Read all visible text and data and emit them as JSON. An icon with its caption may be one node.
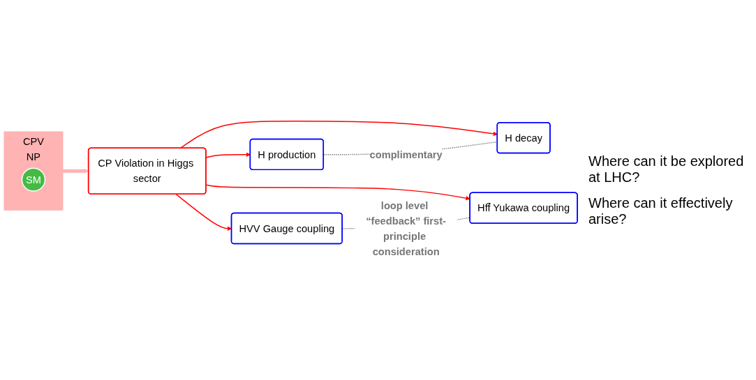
{
  "diagram": {
    "nodes": [
      {
        "text": [
          "CPV",
          "NP"
        ]
      },
      {
        "text": [
          "SM"
        ],
        "in": 0
      },
      {
        "text": [
          "CP Violation in Higgs sector"
        ]
      },
      {
        "text": [
          "H production"
        ]
      },
      {
        "text": [
          "H decay"
        ]
      },
      {
        "text": [
          "HVV Gauge coupling"
        ]
      },
      {
        "text": [
          "Hff̄ Yukawa coupling"
        ]
      }
    ],
    "edges": [
      {
        "from": 0,
        "to": 2,
        "arrow": "to",
        "style": "thick",
        "color": "#ffb3b3"
      },
      {
        "from": 2,
        "to": 3,
        "arrow": "to"
      },
      {
        "from": 2,
        "to": 4,
        "arrow": "to"
      },
      {
        "from": 2,
        "to": 5,
        "arrow": "to"
      },
      {
        "from": 2,
        "to": 6,
        "arrow": "to"
      },
      {
        "from": 3,
        "to": 4,
        "arrow": "none",
        "label": "complimentary",
        "style": "dashed",
        "color": "#777777"
      },
      {
        "from": 5,
        "to": 6,
        "arrow": "none",
        "label": "loop level “feedback” first-principle consideration",
        "style": "dashed",
        "color": "#777777"
      }
    ],
    "labels": [
      "Where can it be explored at LHC?",
      "Where can it effectively arise?"
    ]
  }
}
